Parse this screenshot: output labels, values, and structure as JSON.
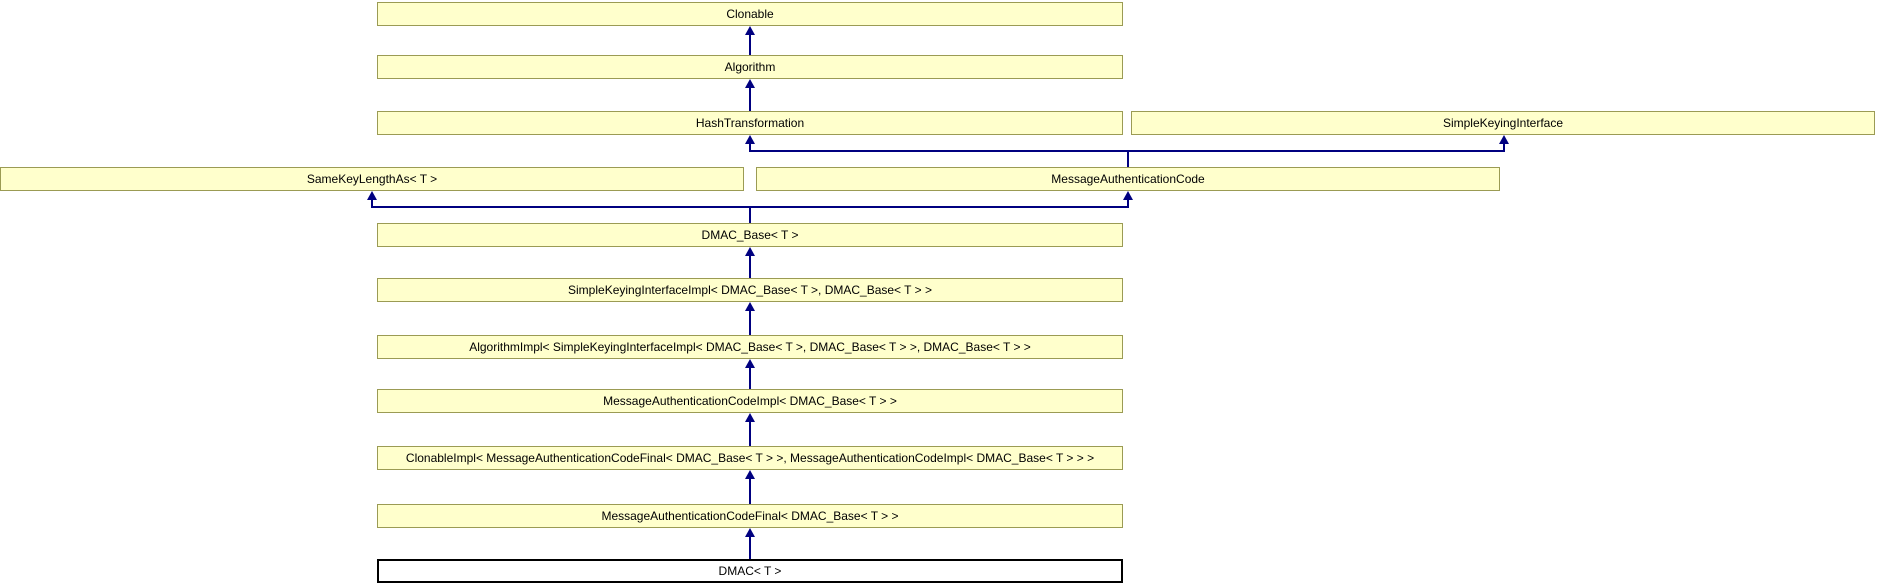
{
  "diagram": {
    "kind": "class-inheritance-diagram",
    "colors": {
      "node_fill": "#ffffcc",
      "node_border": "#9b9b54",
      "edge": "#000080",
      "current_node_fill": "#ffffff",
      "current_node_border": "#000000"
    },
    "nodes": {
      "clonable": {
        "label": "Clonable"
      },
      "algorithm": {
        "label": "Algorithm"
      },
      "hash_transformation": {
        "label": "HashTransformation"
      },
      "simple_keying_interface": {
        "label": "SimpleKeyingInterface"
      },
      "same_key_length_as": {
        "label": "SameKeyLengthAs< T >"
      },
      "message_authentication_code": {
        "label": "MessageAuthenticationCode"
      },
      "dmac_base": {
        "label": "DMAC_Base< T >"
      },
      "simple_keying_interface_impl": {
        "label": "SimpleKeyingInterfaceImpl< DMAC_Base< T >, DMAC_Base< T > >"
      },
      "algorithm_impl": {
        "label": "AlgorithmImpl< SimpleKeyingInterfaceImpl< DMAC_Base< T >, DMAC_Base< T > >, DMAC_Base< T > >"
      },
      "message_authentication_code_impl": {
        "label": "MessageAuthenticationCodeImpl< DMAC_Base< T > >"
      },
      "clonable_impl": {
        "label": "ClonableImpl< MessageAuthenticationCodeFinal< DMAC_Base< T > >, MessageAuthenticationCodeImpl< DMAC_Base< T > > >"
      },
      "message_authentication_code_final": {
        "label": "MessageAuthenticationCodeFinal< DMAC_Base< T > >"
      },
      "dmac": {
        "label": "DMAC< T >"
      }
    },
    "edges": [
      {
        "child": "algorithm",
        "parent": "clonable"
      },
      {
        "child": "hash_transformation",
        "parent": "algorithm"
      },
      {
        "child": "message_authentication_code",
        "parent": "hash_transformation"
      },
      {
        "child": "message_authentication_code",
        "parent": "simple_keying_interface"
      },
      {
        "child": "dmac_base",
        "parent": "same_key_length_as"
      },
      {
        "child": "dmac_base",
        "parent": "message_authentication_code"
      },
      {
        "child": "simple_keying_interface_impl",
        "parent": "dmac_base"
      },
      {
        "child": "algorithm_impl",
        "parent": "simple_keying_interface_impl"
      },
      {
        "child": "message_authentication_code_impl",
        "parent": "algorithm_impl"
      },
      {
        "child": "clonable_impl",
        "parent": "message_authentication_code_impl"
      },
      {
        "child": "message_authentication_code_final",
        "parent": "clonable_impl"
      },
      {
        "child": "dmac",
        "parent": "message_authentication_code_final"
      }
    ]
  }
}
